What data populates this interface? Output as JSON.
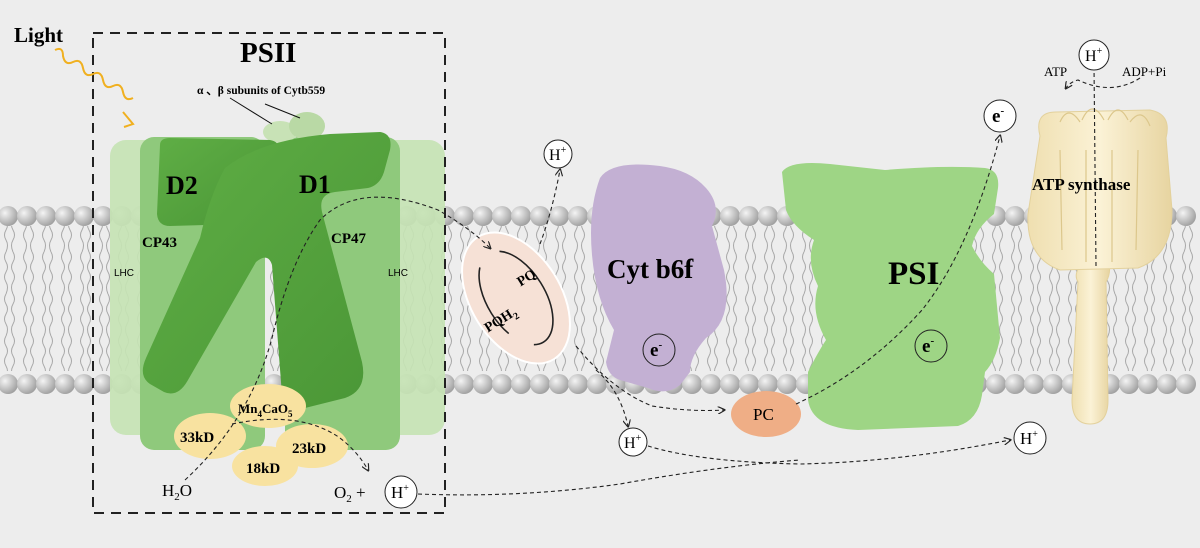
{
  "labels": {
    "light": "Light",
    "psii": "PSII",
    "cytb559": "α 、β subunits of Cytb559",
    "d2": "D2",
    "d1": "D1",
    "cp43": "CP43",
    "cp47": "CP47",
    "lhc_left": "LHC",
    "lhc_right": "LHC",
    "mn_main": "Mn",
    "mn_sub4": "4",
    "mn_ca": "CaO",
    "mn_sub5": "5",
    "kd33": "33kD",
    "kd23": "23kD",
    "kd18": "18kD",
    "h2o_h": "H",
    "h2o_2": "2",
    "h2o_o": "O",
    "o2_o": "O",
    "o2_2": "2",
    "o2_plus": " +",
    "pq": "PQ",
    "pqh2_main": "PQH",
    "pqh2_sub": "2",
    "cytb6f": "Cyt b6f",
    "pc": "PC",
    "psi": "PSI",
    "atp_synthase": "ATP synthase",
    "atp": "ATP",
    "adp_pi": "ADP+Pi",
    "proton": "H",
    "proton_sup": "+",
    "electron": "e",
    "electron_sup": "-"
  },
  "colors": {
    "background": "#ededed",
    "lipid_head": "#bdbdbd",
    "lhc": "#c5e3b4",
    "cp": "#8fc97c",
    "d_subunit": "#5ca743",
    "cytb559": "#c8e2b6",
    "oec": "#f8e2a0",
    "pq_shell": "#f6e1d6",
    "cytb6f": "#c3b0d3",
    "pc": "#efae86",
    "psi": "#9ed585",
    "atp_synthase": "#f8ecc7",
    "light_wave": "#f0b020"
  }
}
